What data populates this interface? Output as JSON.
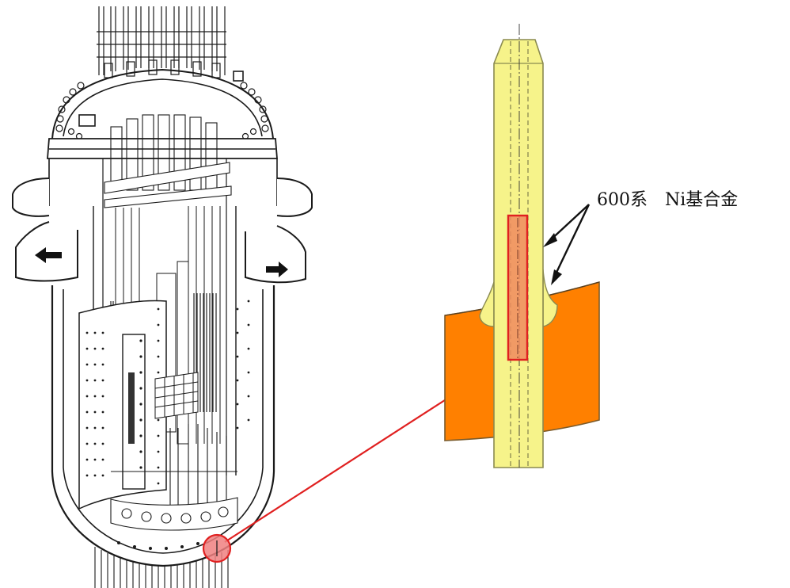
{
  "annotation": {
    "material_label": "600系　Ni基合金"
  },
  "colors": {
    "nozzle_fill": "#F6F38A",
    "nozzle_stroke": "#8A8A50",
    "vessel_wall": "#FF8000",
    "weld_fill": "#F6F38A",
    "highlight_box": "#E02020",
    "highlight_fill": "#F08A5E",
    "callout_line": "#E02020",
    "callout_circle_fill": "#F08080",
    "line_art": "#1a1a1a"
  },
  "icons": {
    "reactor_vessel": "reactor-pressure-vessel-cutaway",
    "detail": "bottom-mounted-instrumentation-nozzle-section"
  }
}
